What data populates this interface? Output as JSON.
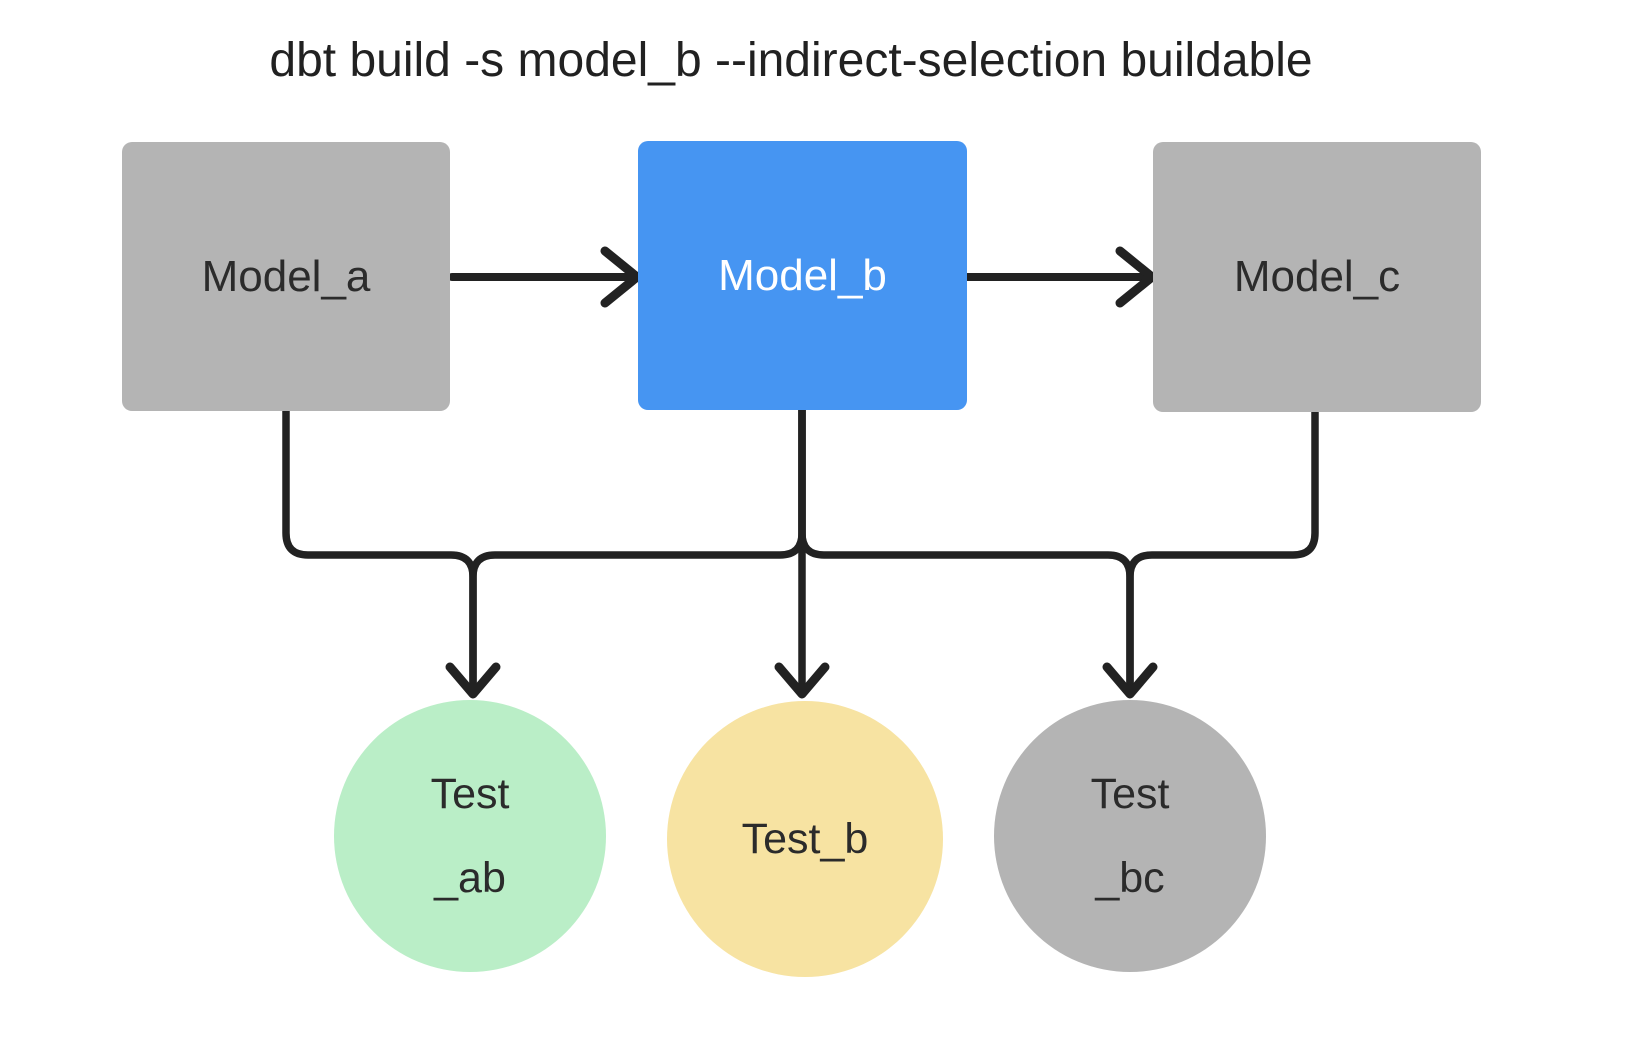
{
  "title": "dbt build -s model_b --indirect-selection buildable",
  "colors": {
    "edge": "#222222",
    "model_selected_blue": "#4695f2",
    "model_unselected_gray": "#b4b4b4",
    "test_green": "#baeec7",
    "test_yellow": "#f7e3a2",
    "test_gray": "#b4b4b4",
    "title_text": "#212121",
    "node_text_dark": "#2b2b2b",
    "node_text_light": "#ffffff"
  },
  "models": [
    {
      "id": "model_a",
      "label": "Model_a",
      "selected": false
    },
    {
      "id": "model_b",
      "label": "Model_b",
      "selected": true
    },
    {
      "id": "model_c",
      "label": "Model_c",
      "selected": false
    }
  ],
  "tests": [
    {
      "id": "test_ab",
      "label_lines": [
        "Test",
        "_ab"
      ]
    },
    {
      "id": "test_b",
      "label_lines": [
        "Test_b"
      ]
    },
    {
      "id": "test_bc",
      "label_lines": [
        "Test",
        "_bc"
      ]
    }
  ],
  "edges": [
    {
      "from": "model_a",
      "to": "model_b"
    },
    {
      "from": "model_b",
      "to": "model_c"
    },
    {
      "from": "model_a",
      "to": "test_ab"
    },
    {
      "from": "model_b",
      "to": "test_ab"
    },
    {
      "from": "model_b",
      "to": "test_b"
    },
    {
      "from": "model_b",
      "to": "test_bc"
    },
    {
      "from": "model_c",
      "to": "test_bc"
    }
  ]
}
